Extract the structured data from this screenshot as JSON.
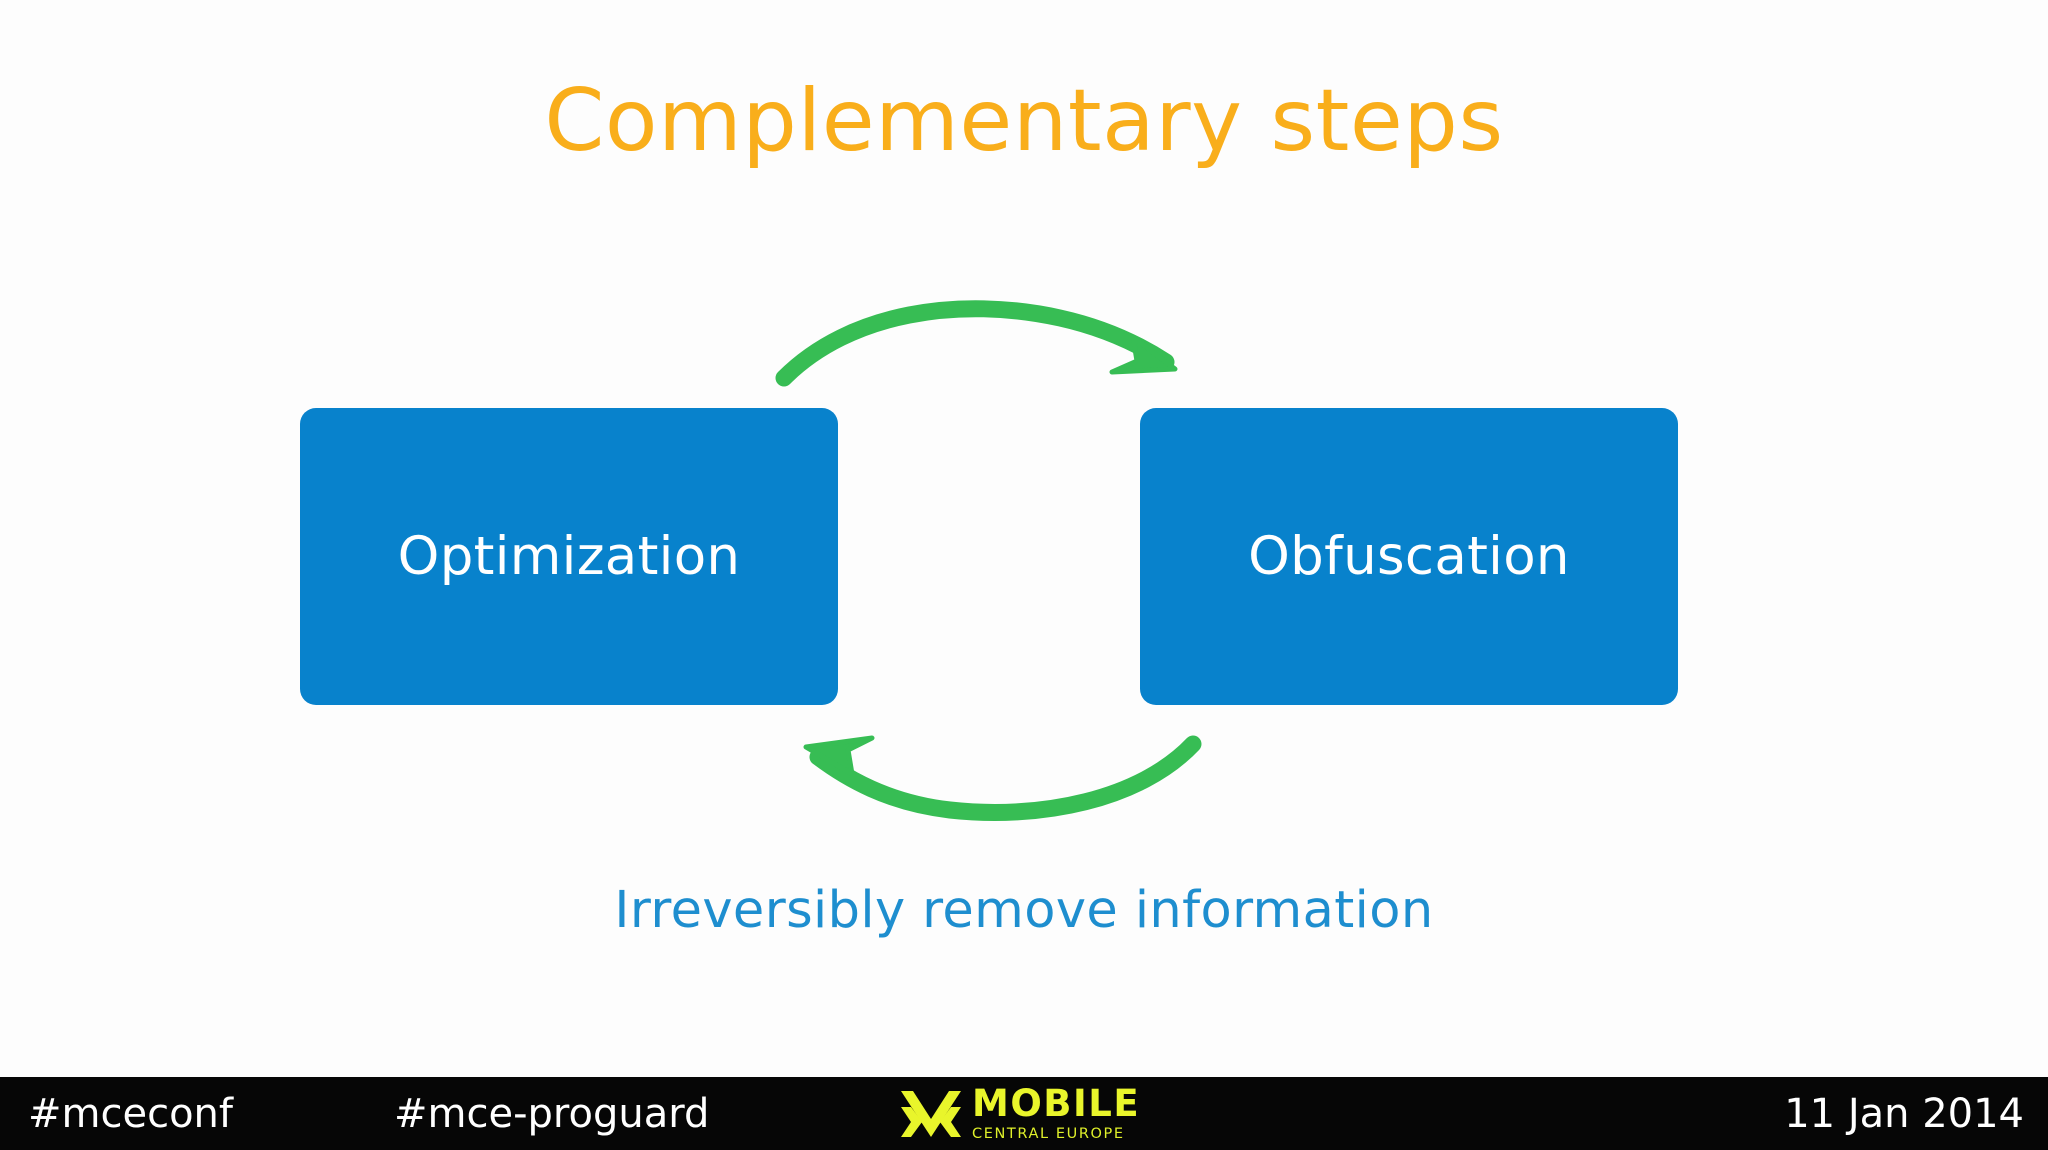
{
  "slide": {
    "title": "Complementary steps",
    "background_color": "#fdfdfd",
    "title_color": "#f9ae1b"
  },
  "diagram": {
    "type": "cycle",
    "node_color": "#0882cc",
    "arrow_color": "#37bd54",
    "nodes": [
      {
        "id": "optimization",
        "label": "Optimization"
      },
      {
        "id": "obfuscation",
        "label": "Obfuscation"
      }
    ],
    "arrows": [
      {
        "id": "arrow-top",
        "from": "optimization",
        "to": "obfuscation",
        "direction": "right"
      },
      {
        "id": "arrow-bottom",
        "from": "obfuscation",
        "to": "optimization",
        "direction": "left"
      }
    ],
    "caption": "Irreversibly remove information",
    "caption_color": "#1e8ecf"
  },
  "footer": {
    "background_color": "#060606",
    "hashtag_conference": "#mceconf",
    "hashtag_track": "#mce-proguard",
    "date": "11 Jan 2014",
    "logo": {
      "mark_name": "mce-m-chevron-logo",
      "word_main": "MOBILE",
      "word_sub": "CENTRAL EUROPE",
      "color": "#e9f52b"
    }
  }
}
